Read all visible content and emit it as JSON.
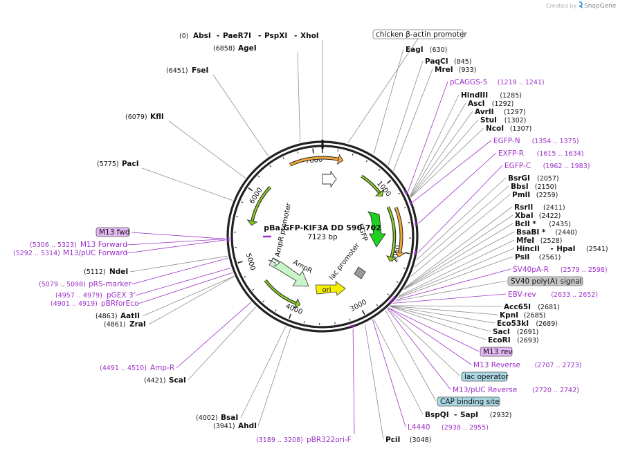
{
  "credit": {
    "prefix": "Created by",
    "brand": "SnapGene"
  },
  "plasmid": {
    "name": "pBa.GFP-KIF3A DD 590-702",
    "size": "7123 bp"
  },
  "ticks": [
    "1000",
    "2000",
    "3000",
    "4000",
    "5000",
    "6000",
    "7000"
  ],
  "features": [
    {
      "name": "AmpR promoter"
    },
    {
      "name": "AmpR"
    },
    {
      "name": "ori"
    },
    {
      "name": "lac promoter"
    },
    {
      "name": "EGFP"
    }
  ],
  "top_labels": [
    {
      "pos": "(0)",
      "names": [
        "AbsI",
        "PaeR7I",
        "PspXI",
        "XhoI"
      ]
    },
    {
      "pos": "(6858)",
      "name": "AgeI"
    }
  ],
  "left_sites": [
    {
      "pos": "(6451)",
      "name": "FseI"
    },
    {
      "pos": "(6079)",
      "name": "KflI"
    },
    {
      "pos": "(5775)",
      "name": "PacI"
    },
    {
      "pos": "(5112)",
      "name": "NdeI"
    },
    {
      "pos": "(4863)",
      "name": "AatII"
    },
    {
      "pos": "(4861)",
      "name": "ZraI"
    },
    {
      "pos": "(4421)",
      "name": "ScaI"
    },
    {
      "pos": "(4002)",
      "name": "BsaI"
    },
    {
      "pos": "(3941)",
      "name": "AhdI"
    }
  ],
  "left_primers": [
    {
      "pos": "(5306 .. 5323)",
      "name": "M13 Forward"
    },
    {
      "pos": "(5292 .. 5314)",
      "name": "M13/pUC Forward"
    },
    {
      "pos": "(5079 .. 5098)",
      "name": "pRS-marker"
    },
    {
      "pos": "(4957 .. 4979)",
      "name": "pGEX 3'"
    },
    {
      "pos": "(4901 .. 4919)",
      "name": "pBRforEco"
    },
    {
      "pos": "(4491 .. 4510)",
      "name": "Amp-R"
    },
    {
      "pos": "(3189 .. 3208)",
      "name": "pBR322ori-F"
    }
  ],
  "boxed": {
    "m13fwd": "M13 fwd",
    "chicken": "chicken β-actin promoter",
    "sv40": "SV40 poly(A) signal",
    "m13rev": "M13 rev",
    "lacop": "lac operator",
    "cap": "CAP binding site"
  },
  "right_items": [
    {
      "kind": "site",
      "name": "EagI",
      "pos": "(630)"
    },
    {
      "kind": "site",
      "name": "PaqCI",
      "pos": "(845)"
    },
    {
      "kind": "site",
      "name": "MreI",
      "pos": "(933)"
    },
    {
      "kind": "primer",
      "name": "pCAGGS-5",
      "pos": "(1219 .. 1241)"
    },
    {
      "kind": "site",
      "name": "HindIII",
      "pos": "(1285)"
    },
    {
      "kind": "site",
      "name": "AscI",
      "pos": "(1292)"
    },
    {
      "kind": "site",
      "name": "AvrII",
      "pos": "(1297)"
    },
    {
      "kind": "site",
      "name": "StuI",
      "pos": "(1302)"
    },
    {
      "kind": "site",
      "name": "NcoI",
      "pos": "(1307)"
    },
    {
      "kind": "primer",
      "name": "EGFP-N",
      "pos": "(1354 .. 1375)"
    },
    {
      "kind": "primer",
      "name": "EXFP-R",
      "pos": "(1615 .. 1634)"
    },
    {
      "kind": "primer",
      "name": "EGFP-C",
      "pos": "(1962 .. 1983)"
    },
    {
      "kind": "site",
      "name": "BsrGI",
      "pos": "(2057)"
    },
    {
      "kind": "site",
      "name": "BbsI",
      "pos": "(2150)"
    },
    {
      "kind": "site",
      "name": "PmlI",
      "pos": "(2259)"
    },
    {
      "kind": "site",
      "name": "RsrII",
      "pos": "(2411)"
    },
    {
      "kind": "site",
      "name": "XbaI",
      "pos": "(2422)"
    },
    {
      "kind": "site",
      "name": "BclI *",
      "pos": "(2435)"
    },
    {
      "kind": "site",
      "name": "BsaBI *",
      "pos": "(2440)"
    },
    {
      "kind": "site",
      "name": "MfeI",
      "pos": "(2528)"
    },
    {
      "kind": "site2",
      "name": "HincII",
      "name2": "HpaI",
      "pos": "(2541)"
    },
    {
      "kind": "site",
      "name": "PsiI",
      "pos": "(2561)"
    },
    {
      "kind": "primer",
      "name": "SV40pA-R",
      "pos": "(2579 .. 2598)"
    },
    {
      "kind": "primer",
      "name": "EBV-rev",
      "pos": "(2633 .. 2652)"
    },
    {
      "kind": "site",
      "name": "Acc65I",
      "pos": "(2681)"
    },
    {
      "kind": "site",
      "name": "KpnI",
      "pos": "(2685)"
    },
    {
      "kind": "site",
      "name": "Eco53kI",
      "pos": "(2689)"
    },
    {
      "kind": "site",
      "name": "SacI",
      "pos": "(2691)"
    },
    {
      "kind": "site",
      "name": "EcoRI",
      "pos": "(2693)"
    },
    {
      "kind": "primer",
      "name": "M13 Reverse",
      "pos": "(2707 .. 2723)"
    },
    {
      "kind": "primer",
      "name": "M13/pUC Reverse",
      "pos": "(2720 .. 2742)"
    },
    {
      "kind": "site2",
      "name": "BspQI",
      "name2": "SapI",
      "pos": "(2932)"
    },
    {
      "kind": "primer",
      "name": "L4440",
      "pos": "(2938 .. 2955)"
    },
    {
      "kind": "site",
      "name": "PciI",
      "pos": "(3048)"
    }
  ]
}
